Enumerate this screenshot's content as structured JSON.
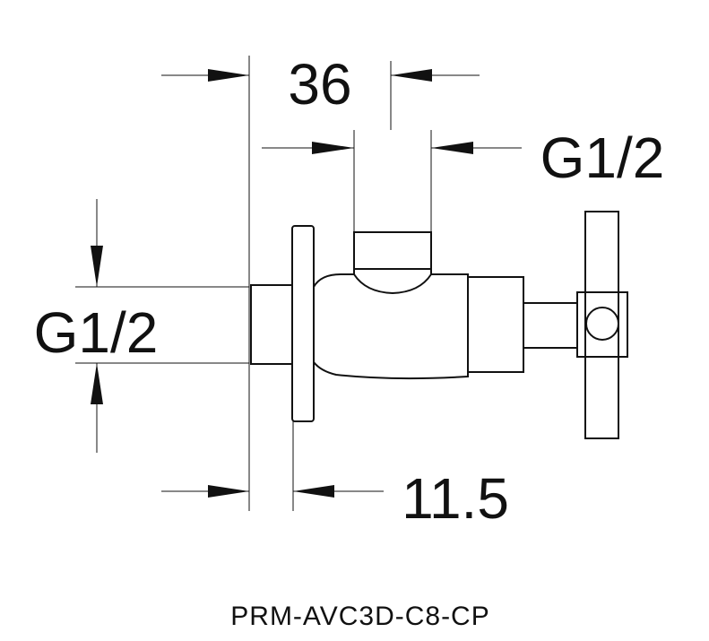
{
  "dimensions": {
    "top_width": "36",
    "top_thread": "G1/2",
    "side_thread": "G1/2",
    "bottom_length": "11.5"
  },
  "model_code": "PRM-AVC3D-C8-CP",
  "colors": {
    "line": "#111111",
    "background": "#ffffff"
  }
}
